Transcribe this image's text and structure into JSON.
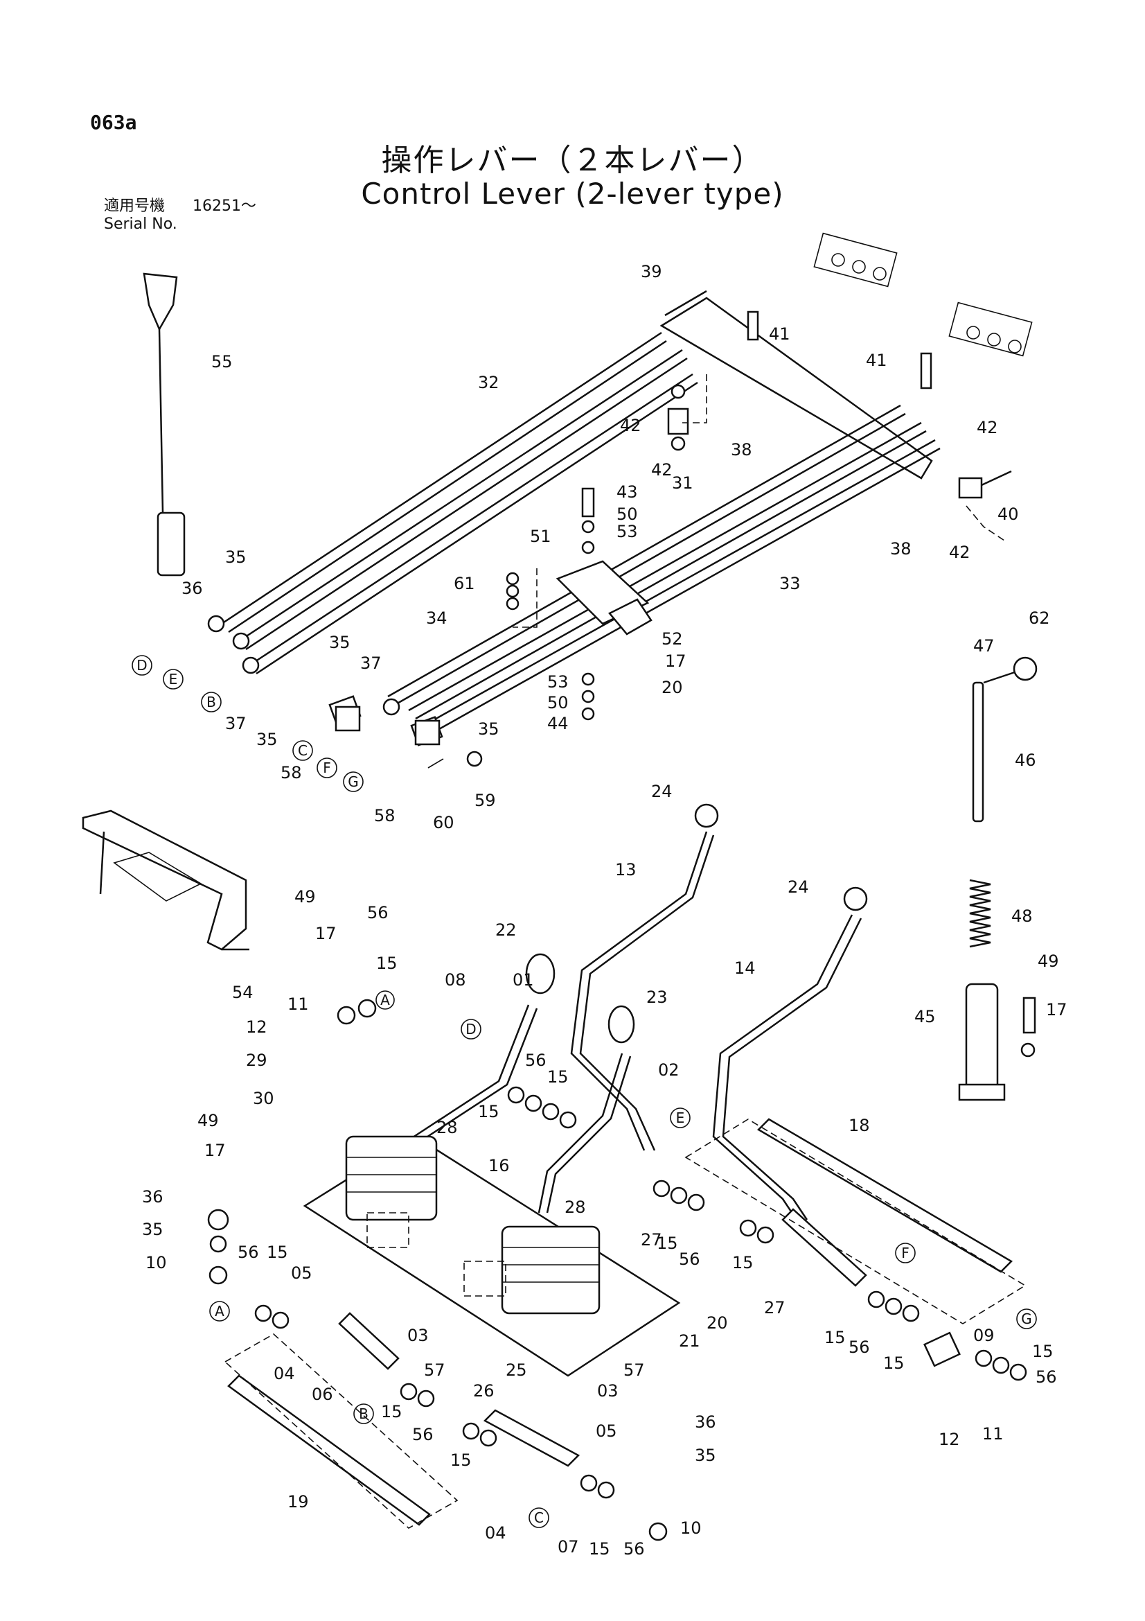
{
  "header": {
    "page_code": "063a",
    "title_ja": "操作レバー（２本レバー）",
    "title_en": "Control Lever (2-lever type)",
    "serial_label_ja": "適用号機",
    "serial_label_en": "Serial No.",
    "serial_range": "16251～"
  },
  "part_labels": [
    {
      "id": "39",
      "text": "39"
    },
    {
      "id": "41a",
      "text": "41"
    },
    {
      "id": "41b",
      "text": "41"
    },
    {
      "id": "55",
      "text": "55"
    },
    {
      "id": "32",
      "text": "32"
    },
    {
      "id": "42a",
      "text": "42"
    },
    {
      "id": "42b",
      "text": "42"
    },
    {
      "id": "38a",
      "text": "38"
    },
    {
      "id": "42c",
      "text": "42"
    },
    {
      "id": "43",
      "text": "43"
    },
    {
      "id": "31",
      "text": "31"
    },
    {
      "id": "50a",
      "text": "50"
    },
    {
      "id": "53a",
      "text": "53"
    },
    {
      "id": "40",
      "text": "40"
    },
    {
      "id": "51",
      "text": "51"
    },
    {
      "id": "38b",
      "text": "38"
    },
    {
      "id": "42d",
      "text": "42"
    },
    {
      "id": "33",
      "text": "33"
    },
    {
      "id": "35a",
      "text": "35"
    },
    {
      "id": "61",
      "text": "61"
    },
    {
      "id": "36a",
      "text": "36"
    },
    {
      "id": "34",
      "text": "34"
    },
    {
      "id": "52",
      "text": "52"
    },
    {
      "id": "62",
      "text": "62"
    },
    {
      "id": "47",
      "text": "47"
    },
    {
      "id": "17a",
      "text": "17"
    },
    {
      "id": "35b",
      "text": "35"
    },
    {
      "id": "37a",
      "text": "37"
    },
    {
      "id": "53b",
      "text": "53"
    },
    {
      "id": "20a",
      "text": "20"
    },
    {
      "id": "50b",
      "text": "50"
    },
    {
      "id": "37b",
      "text": "37"
    },
    {
      "id": "35c",
      "text": "35"
    },
    {
      "id": "44",
      "text": "44"
    },
    {
      "id": "35d",
      "text": "35"
    },
    {
      "id": "46",
      "text": "46"
    },
    {
      "id": "58a",
      "text": "58"
    },
    {
      "id": "59",
      "text": "59"
    },
    {
      "id": "58b",
      "text": "58"
    },
    {
      "id": "60",
      "text": "60"
    },
    {
      "id": "24a",
      "text": "24"
    },
    {
      "id": "13",
      "text": "13"
    },
    {
      "id": "24b",
      "text": "24"
    },
    {
      "id": "49a",
      "text": "49"
    },
    {
      "id": "17b",
      "text": "17"
    },
    {
      "id": "48",
      "text": "48"
    },
    {
      "id": "56a",
      "text": "56"
    },
    {
      "id": "22",
      "text": "22"
    },
    {
      "id": "14",
      "text": "14"
    },
    {
      "id": "54",
      "text": "54"
    },
    {
      "id": "15a",
      "text": "15"
    },
    {
      "id": "08",
      "text": "08"
    },
    {
      "id": "01",
      "text": "01"
    },
    {
      "id": "49b",
      "text": "49"
    },
    {
      "id": "11a",
      "text": "11"
    },
    {
      "id": "23",
      "text": "23"
    },
    {
      "id": "45",
      "text": "45"
    },
    {
      "id": "17c",
      "text": "17"
    },
    {
      "id": "12a",
      "text": "12"
    },
    {
      "id": "29",
      "text": "29"
    },
    {
      "id": "56b",
      "text": "56"
    },
    {
      "id": "02",
      "text": "02"
    },
    {
      "id": "15b",
      "text": "15"
    },
    {
      "id": "30",
      "text": "30"
    },
    {
      "id": "15c",
      "text": "15"
    },
    {
      "id": "49c",
      "text": "49"
    },
    {
      "id": "28a",
      "text": "28"
    },
    {
      "id": "18",
      "text": "18"
    },
    {
      "id": "17d",
      "text": "17"
    },
    {
      "id": "16",
      "text": "16"
    },
    {
      "id": "36b",
      "text": "36"
    },
    {
      "id": "28b",
      "text": "28"
    },
    {
      "id": "35e",
      "text": "35"
    },
    {
      "id": "27a",
      "text": "27"
    },
    {
      "id": "15d",
      "text": "15"
    },
    {
      "id": "56c",
      "text": "56"
    },
    {
      "id": "10a",
      "text": "10"
    },
    {
      "id": "56d",
      "text": "56"
    },
    {
      "id": "15e",
      "text": "15"
    },
    {
      "id": "05a",
      "text": "05"
    },
    {
      "id": "15f",
      "text": "15"
    },
    {
      "id": "27b",
      "text": "27"
    },
    {
      "id": "20b",
      "text": "20"
    },
    {
      "id": "21",
      "text": "21"
    },
    {
      "id": "03a",
      "text": "03"
    },
    {
      "id": "15g",
      "text": "15"
    },
    {
      "id": "56e",
      "text": "56"
    },
    {
      "id": "09",
      "text": "09"
    },
    {
      "id": "04a",
      "text": "04"
    },
    {
      "id": "57a",
      "text": "57"
    },
    {
      "id": "25",
      "text": "25"
    },
    {
      "id": "57b",
      "text": "57"
    },
    {
      "id": "15h",
      "text": "15"
    },
    {
      "id": "15i",
      "text": "15"
    },
    {
      "id": "06",
      "text": "06"
    },
    {
      "id": "26",
      "text": "26"
    },
    {
      "id": "03b",
      "text": "03"
    },
    {
      "id": "56f",
      "text": "56"
    },
    {
      "id": "15j",
      "text": "15"
    },
    {
      "id": "12b",
      "text": "12"
    },
    {
      "id": "11b",
      "text": "11"
    },
    {
      "id": "56g",
      "text": "56"
    },
    {
      "id": "15k",
      "text": "15"
    },
    {
      "id": "05b",
      "text": "05"
    },
    {
      "id": "36c",
      "text": "36"
    },
    {
      "id": "35f",
      "text": "35"
    },
    {
      "id": "19",
      "text": "19"
    },
    {
      "id": "04b",
      "text": "04"
    },
    {
      "id": "07",
      "text": "07"
    },
    {
      "id": "15l",
      "text": "15"
    },
    {
      "id": "56h",
      "text": "56"
    },
    {
      "id": "10b",
      "text": "10"
    }
  ],
  "connection_markers": [
    {
      "id": "D1",
      "text": "D"
    },
    {
      "id": "E1",
      "text": "E"
    },
    {
      "id": "B1",
      "text": "B"
    },
    {
      "id": "C1",
      "text": "C"
    },
    {
      "id": "F1",
      "text": "F"
    },
    {
      "id": "G1",
      "text": "G"
    },
    {
      "id": "A1",
      "text": "A"
    },
    {
      "id": "D2",
      "text": "D"
    },
    {
      "id": "E2",
      "text": "E"
    },
    {
      "id": "A2",
      "text": "A"
    },
    {
      "id": "F2",
      "text": "F"
    },
    {
      "id": "G2",
      "text": "G"
    },
    {
      "id": "B2",
      "text": "B"
    },
    {
      "id": "C2",
      "text": "C"
    }
  ]
}
